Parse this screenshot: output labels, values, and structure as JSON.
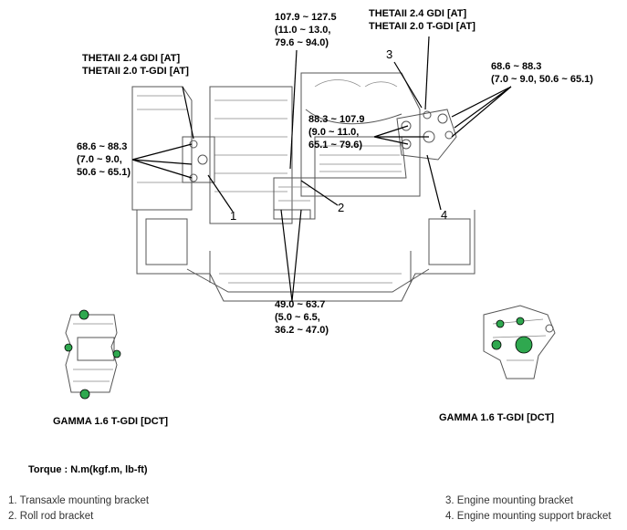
{
  "labels": {
    "torque_1": "107.9 ~ 127.5\n(11.0 ~ 13.0,\n79.6 ~ 94.0)",
    "theta_top_right": "THETAII 2.4 GDI [AT]\nTHETAII 2.0 T-GDI [AT]",
    "theta_left": "THETAII 2.4 GDI [AT]\nTHETAII 2.0 T-GDI [AT]",
    "torque_right": "68.6 ~ 88.3\n(7.0 ~ 9.0, 50.6 ~ 65.1)",
    "torque_center": "88.3 ~ 107.9\n(9.0 ~ 11.0,\n65.1 ~ 79.6)",
    "torque_left": "68.6 ~ 88.3\n(7.0 ~ 9.0,\n50.6 ~ 65.1)",
    "torque_bottom": "49.0 ~ 63.7\n(5.0 ~ 6.5,\n36.2 ~ 47.0)",
    "gamma_left": "GAMMA 1.6 T-GDI [DCT]",
    "gamma_right": "GAMMA 1.6 T-GDI [DCT]",
    "torque_unit": "Torque : N.m(kgf.m, lb-ft)"
  },
  "callouts": {
    "n1": "1",
    "n2": "2",
    "n3": "3",
    "n4": "4"
  },
  "legend": {
    "item1": "1. Transaxle mounting bracket",
    "item2": "2. Roll rod bracket",
    "item3": "3. Engine mounting bracket",
    "item4": "4. Engine mounting support bracket"
  },
  "colors": {
    "bolt_highlight": "#2fa84f"
  }
}
